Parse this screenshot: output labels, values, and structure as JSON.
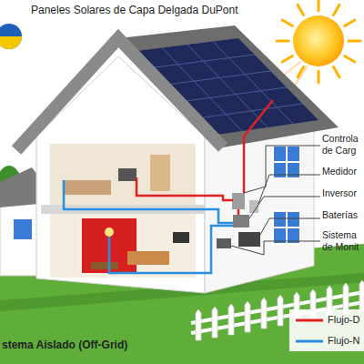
{
  "diagram": {
    "caption": "stema Aislado (Off-Grid)",
    "labels": [
      "Paneles Solares de Capa Delgada DuPont",
      "Controla de Carg",
      "Medidor",
      "Inversor",
      "Baterías",
      "Sistema de Monit"
    ],
    "legend": [
      {
        "text": "Flujo-D"
      },
      {
        "text": "Flujo-N"
      }
    ]
  }
}
